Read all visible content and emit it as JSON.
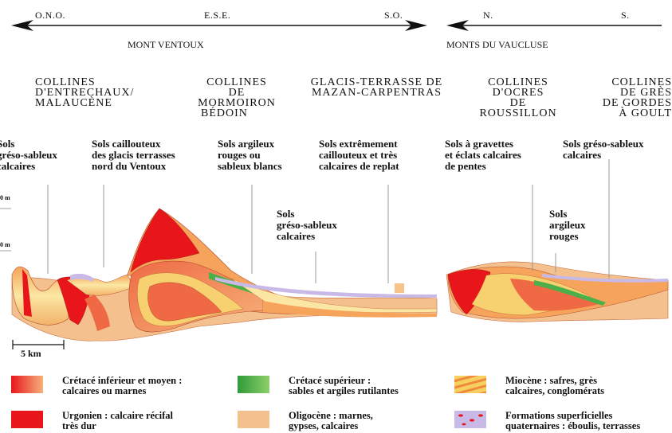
{
  "directions": {
    "left": [
      "O.N.O.",
      "E.S.E.",
      "S.O."
    ],
    "right": [
      "N.",
      "S."
    ]
  },
  "ranges": {
    "ventoux": "MONT VENTOUX",
    "vaucluse": "MONTS DU VAUCLUSE"
  },
  "regions": [
    {
      "lines": [
        "COLLINES",
        "D'ENTRECHAUX/",
        "MALAUCÈNE"
      ]
    },
    {
      "lines": [
        "COLLINES",
        "DE",
        "MORMOIRON",
        "BÉDOIN"
      ]
    },
    {
      "lines": [
        "GLACIS-TERRASSE DE",
        "MAZAN-CARPENTRAS"
      ]
    },
    {
      "lines": [
        "COLLINES",
        "D'OCRES",
        "DE",
        "ROUSSILLON"
      ]
    },
    {
      "lines": [
        "COLLINES",
        "DE GRÈS",
        "DE GORDES",
        "À GOULT"
      ]
    }
  ],
  "soils": [
    {
      "lines": [
        "Sols",
        "gréso-sableux",
        "calcaires"
      ]
    },
    {
      "lines": [
        "Sols caillouteux",
        "des glacis terrasses",
        "nord du Ventoux"
      ]
    },
    {
      "lines": [
        "Sols argileux",
        "rouges ou",
        "sableux blancs"
      ]
    },
    {
      "lines": [
        "Sols extrêmement",
        "caillouteux et très",
        "calcaires de replat"
      ]
    },
    {
      "lines": [
        "Sols",
        "gréso-sableux",
        "calcaires"
      ]
    },
    {
      "lines": [
        "Sols à gravettes",
        "et éclats calcaires",
        "de pentes"
      ]
    },
    {
      "lines": [
        "Sols gréso-sableux",
        "calcaires"
      ]
    },
    {
      "lines": [
        "Sols",
        "argileux",
        "rouges"
      ]
    }
  ],
  "elevation_labels": [
    "0 m",
    "0 m"
  ],
  "scale": "5 km",
  "legend": [
    {
      "lines": [
        "Crétacé inférieur et moyen :",
        "calcaires ou marnes"
      ],
      "color": "#ef5a3c"
    },
    {
      "lines": [
        "Urgonien : calcaire récifal",
        "très dur"
      ],
      "color": "#e8161b"
    },
    {
      "lines": [
        "Crétacé supérieur :",
        "sables et argiles rutilantes"
      ],
      "color": "#4bb04a"
    },
    {
      "lines": [
        "Oligocène : marnes,",
        "gypses, calcaires"
      ],
      "color": "#f4c08e"
    },
    {
      "lines": [
        "Miocène : safres, grès",
        "calcaires, conglomérats"
      ],
      "color": "#f6d060"
    },
    {
      "lines": [
        "Formations superficielles",
        "quaternaires : éboulis, terrasses"
      ],
      "color": "#c9b9e6"
    }
  ]
}
